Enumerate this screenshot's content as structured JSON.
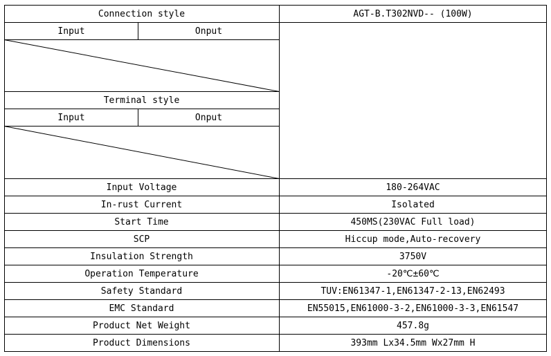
{
  "header": {
    "connection_style": "Connection style",
    "model": "AGT-B.T302NVD-- (100W)"
  },
  "connection": {
    "input_label": "Input",
    "output_label": "Onput"
  },
  "terminal": {
    "title": "Terminal style",
    "input_label": "Input",
    "output_label": "Onput"
  },
  "specs": [
    {
      "label": "Input Voltage",
      "value": "180-264VAC"
    },
    {
      "label": "In-rust Current",
      "value": "Isolated"
    },
    {
      "label": "Start Time",
      "value": "450MS(230VAC Full load)"
    },
    {
      "label": "SCP",
      "value": "Hiccup mode,Auto-recovery"
    },
    {
      "label": "Insulation Strength",
      "value": "3750V"
    },
    {
      "label": "Operation Temperature",
      "value": "-20℃±60℃"
    },
    {
      "label": "Safety Standard",
      "value": "TUV:EN61347-1,EN61347-2-13,EN62493"
    },
    {
      "label": "EMC Standard",
      "value": "EN55015,EN61000-3-2,EN61000-3-3,EN61547"
    },
    {
      "label": "Product Net Weight",
      "value": "457.8g"
    },
    {
      "label": "Product Dimensions",
      "value": "393mm Lx34.5mm Wx27mm H"
    }
  ]
}
